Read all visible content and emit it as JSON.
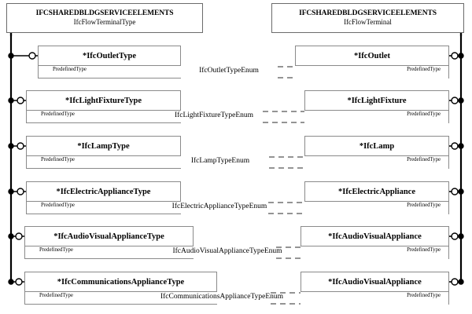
{
  "diagram": {
    "title": "IFC Flow Terminal Type / Flow Terminal EXPRESS-G diagram",
    "colors": {
      "box_border": "#8a8a8a",
      "header_border": "#6b6b6b",
      "line": "#000000",
      "dashed_line": "#555555",
      "background": "#ffffff"
    }
  },
  "headers": {
    "left": {
      "schema": "IFCSHAREDBLDGSERVICEELEMENTS",
      "entity": "IfcFlowTerminalType"
    },
    "right": {
      "schema": "IFCSHAREDBLDGSERVICEELEMENTS",
      "entity": "IfcFlowTerminal"
    }
  },
  "attribute_label": "PredefinedType",
  "rows": [
    {
      "left_entity": "*IfcOutletType",
      "enum": "IfcOutletTypeEnum",
      "right_entity": "*IfcOutlet",
      "left_attribute": "PredefinedType",
      "right_attribute": "PredefinedType"
    },
    {
      "left_entity": "*IfcLightFixtureType",
      "enum": "IfcLightFixtureTypeEnum",
      "right_entity": "*IfcLightFixture",
      "left_attribute": "PredefinedType",
      "right_attribute": "PredefinedType"
    },
    {
      "left_entity": "*IfcLampType",
      "enum": "IfcLampTypeEnum",
      "right_entity": "*IfcLamp",
      "left_attribute": "PredefinedType",
      "right_attribute": "PredefinedType"
    },
    {
      "left_entity": "*IfcElectricApplianceType",
      "enum": "IfcElectricApplianceTypeEnum",
      "right_entity": "*IfcElectricAppliance",
      "left_attribute": "PredefinedType",
      "right_attribute": "PredefinedType"
    },
    {
      "left_entity": "*IfcAudioVisualApplianceType",
      "enum": "IfcAudioVisualApplianceTypeEnum",
      "right_entity": "*IfcAudioVisualAppliance",
      "left_attribute": "PredefinedType",
      "right_attribute": "PredefinedType"
    },
    {
      "left_entity": "*IfcCommunicationsApplianceType",
      "enum": "IfcCommunicationsApplianceTypeEnum",
      "right_entity": "*IfcAudioVisualAppliance",
      "left_attribute": "PredefinedType",
      "right_attribute": "PredefinedType"
    }
  ]
}
